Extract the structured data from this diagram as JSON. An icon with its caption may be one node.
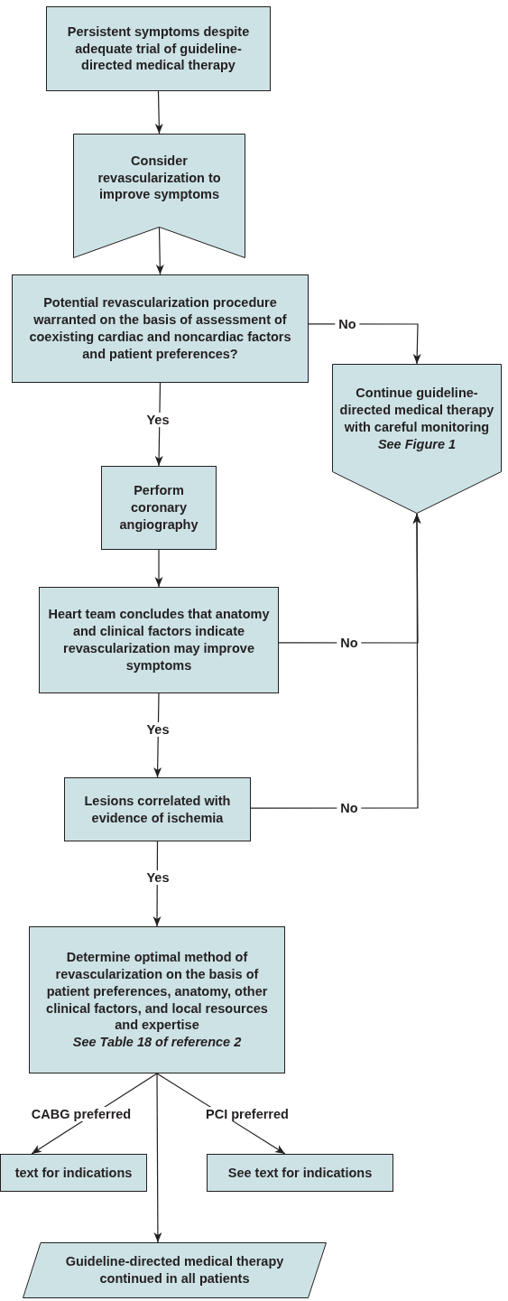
{
  "diagram": {
    "nodes": [
      {
        "text": [
          "Persistent symptoms despite adequate trial of guideline-directed medical therapy"
        ]
      },
      {
        "text": [
          "Consider revascularization to improve symptoms"
        ]
      },
      {
        "text": [
          "Potential revascularization procedure warranted on the basis of assessment of coexisting cardiac and noncardiac factors and patient preferences?"
        ]
      },
      {
        "text": [
          "Continue guideline-directed medical therapy with careful monitoring",
          "See Figure 1"
        ]
      },
      {
        "text": [
          "Perform coronary angiography"
        ]
      },
      {
        "text": [
          "Heart team concludes that anatomy and clinical factors indicate revascularization may improve symptoms"
        ]
      },
      {
        "text": [
          "Lesions correlated with evidence of ischemia"
        ]
      },
      {
        "text": [
          "Determine optimal method of revascularization on the basis of patient preferences, anatomy, other clinical factors, and local resources and expertise",
          "See Table 18 of reference 2"
        ]
      },
      {
        "text": [
          "text for indications"
        ]
      },
      {
        "text": [
          "See text for indications"
        ]
      },
      {
        "text": [
          "Guideline-directed medical therapy continued in all patients"
        ]
      }
    ],
    "edges": [
      {
        "from": 0,
        "to": 1,
        "arrow": "to"
      },
      {
        "from": 1,
        "to": 2,
        "arrow": "to"
      },
      {
        "from": 2,
        "to": 3,
        "arrow": "to",
        "label": "No"
      },
      {
        "from": 2,
        "to": 4,
        "arrow": "to",
        "label": "Yes"
      },
      {
        "from": 4,
        "to": 5,
        "arrow": "to"
      },
      {
        "from": 5,
        "to": 3,
        "arrow": "to",
        "label": "No"
      },
      {
        "from": 5,
        "to": 6,
        "arrow": "to",
        "label": "Yes"
      },
      {
        "from": 6,
        "to": 3,
        "arrow": "to",
        "label": "No"
      },
      {
        "from": 6,
        "to": 7,
        "arrow": "to",
        "label": "Yes"
      },
      {
        "from": 7,
        "to": 8,
        "arrow": "to",
        "label": "CABG preferred"
      },
      {
        "from": 7,
        "to": 9,
        "arrow": "to",
        "label": "PCI preferred"
      },
      {
        "from": 7,
        "to": 10,
        "arrow": "to"
      }
    ]
  }
}
